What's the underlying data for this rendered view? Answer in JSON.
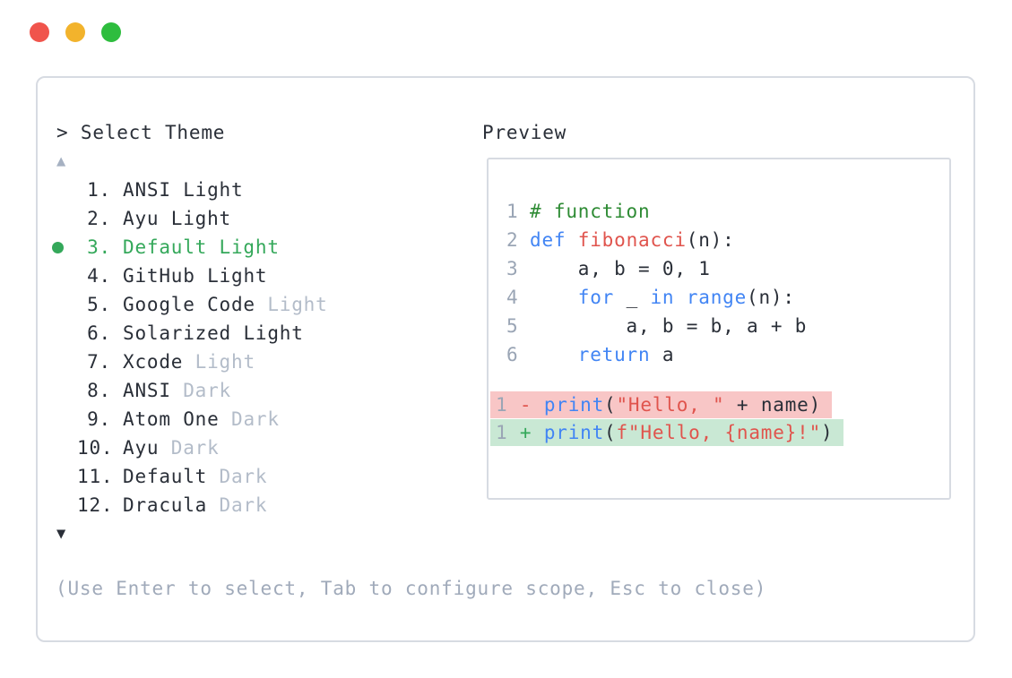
{
  "window": {
    "controls": [
      {
        "name": "close",
        "color": "#f0544c"
      },
      {
        "name": "minimize",
        "color": "#f2b32c"
      },
      {
        "name": "maximize",
        "color": "#2ebd3e"
      }
    ]
  },
  "theme_picker": {
    "prompt": "> Select Theme",
    "scroll_up_icon": "▲",
    "scroll_down_icon": "▼",
    "items": [
      {
        "number": "1.",
        "name": "ANSI",
        "variant": "Light",
        "variant_muted": false,
        "selected": false
      },
      {
        "number": "2.",
        "name": "Ayu",
        "variant": "Light",
        "variant_muted": false,
        "selected": false
      },
      {
        "number": "3.",
        "name": "Default",
        "variant": "Light",
        "variant_muted": false,
        "selected": true
      },
      {
        "number": "4.",
        "name": "GitHub",
        "variant": "Light",
        "variant_muted": false,
        "selected": false
      },
      {
        "number": "5.",
        "name": "Google Code",
        "variant": "Light",
        "variant_muted": true,
        "selected": false
      },
      {
        "number": "6.",
        "name": "Solarized",
        "variant": "Light",
        "variant_muted": false,
        "selected": false
      },
      {
        "number": "7.",
        "name": "Xcode",
        "variant": "Light",
        "variant_muted": true,
        "selected": false
      },
      {
        "number": "8.",
        "name": "ANSI",
        "variant": "Dark",
        "variant_muted": true,
        "selected": false
      },
      {
        "number": "9.",
        "name": "Atom One",
        "variant": "Dark",
        "variant_muted": true,
        "selected": false
      },
      {
        "number": "10.",
        "name": "Ayu",
        "variant": "Dark",
        "variant_muted": true,
        "selected": false
      },
      {
        "number": "11.",
        "name": "Default",
        "variant": "Dark",
        "variant_muted": true,
        "selected": false
      },
      {
        "number": "12.",
        "name": "Dracula",
        "variant": "Dark",
        "variant_muted": true,
        "selected": false
      }
    ],
    "hint": "(Use Enter to select, Tab to configure scope, Esc to close)"
  },
  "preview": {
    "label": "Preview",
    "code_lines": [
      {
        "n": "1",
        "tokens": [
          [
            "# function",
            "com"
          ]
        ]
      },
      {
        "n": "2",
        "tokens": [
          [
            "def",
            "kw"
          ],
          [
            " ",
            ""
          ],
          [
            "fibonacci",
            "fn"
          ],
          [
            "(n):",
            ""
          ]
        ]
      },
      {
        "n": "3",
        "tokens": [
          [
            "    a, b = 0, 1",
            ""
          ]
        ]
      },
      {
        "n": "4",
        "tokens": [
          [
            "    ",
            ""
          ],
          [
            "for",
            "kw"
          ],
          [
            " _ ",
            ""
          ],
          [
            "in",
            "kw"
          ],
          [
            " ",
            ""
          ],
          [
            "range",
            "kw"
          ],
          [
            "(n):",
            ""
          ]
        ]
      },
      {
        "n": "5",
        "tokens": [
          [
            "        a, b = b, a + b",
            ""
          ]
        ]
      },
      {
        "n": "6",
        "tokens": [
          [
            "    ",
            ""
          ],
          [
            "return",
            "kw"
          ],
          [
            " a",
            ""
          ]
        ]
      }
    ],
    "diff_lines": [
      {
        "n": "1",
        "sign": "-",
        "type": "del",
        "tokens": [
          [
            "print",
            "kw"
          ],
          [
            "(",
            ""
          ],
          [
            "\"Hello, \"",
            "str"
          ],
          [
            " + name)",
            ""
          ]
        ]
      },
      {
        "n": "1",
        "sign": "+",
        "type": "add",
        "tokens": [
          [
            "print",
            "kw"
          ],
          [
            "(",
            ""
          ],
          [
            "f\"Hello, {name}!\"",
            "str"
          ],
          [
            ")",
            ""
          ]
        ]
      }
    ]
  },
  "colors": {
    "traffic_red": "#f0544c",
    "traffic_yellow": "#f2b32c",
    "traffic_green": "#2ebd3e",
    "panel_border": "#d7dbe2",
    "text_dark": "#2a2f38",
    "muted": "#b3bcc9",
    "hint": "#a0aaba",
    "line_number": "#9aa5b5",
    "scroll_up": "#a6b1c2",
    "accent_green": "#34a85a",
    "comment_green": "#2e8b34",
    "keyword_blue": "#4285f4",
    "string_red": "#e0544d",
    "diff_del_bg": "#f8c6c6",
    "diff_add_bg": "#c9e8d4"
  }
}
